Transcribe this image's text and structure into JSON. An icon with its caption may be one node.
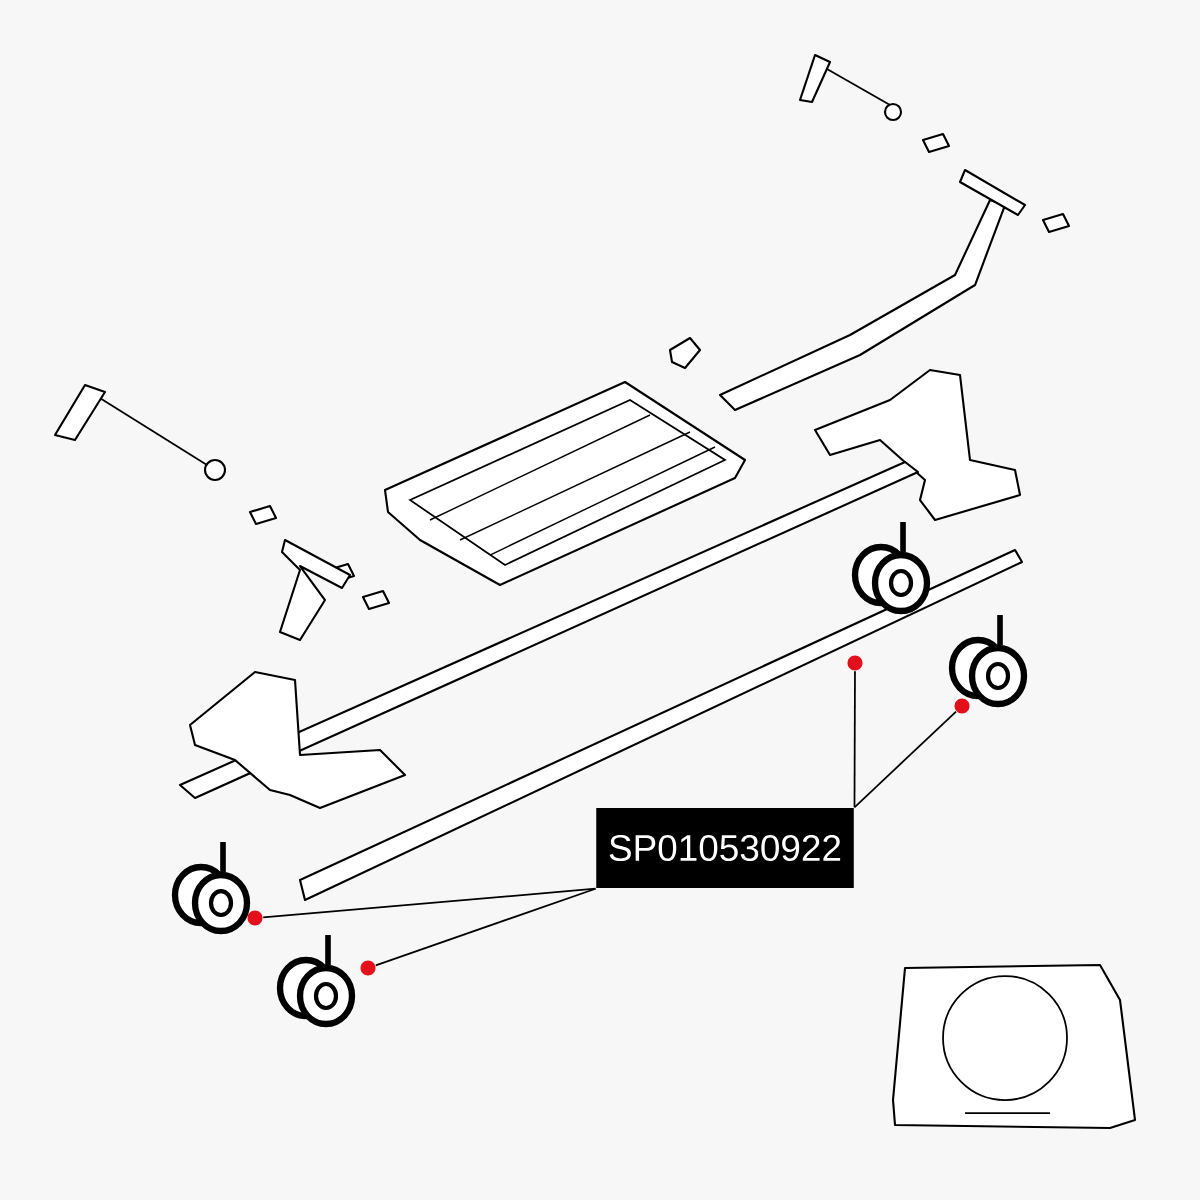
{
  "diagram": {
    "nodes": [
      {
        "text": [
          "SP010530922"
        ]
      },
      {
        "text": [],
        "shape": "circle"
      },
      {
        "text": [],
        "shape": "circle"
      },
      {
        "text": [],
        "shape": "circle"
      },
      {
        "text": [],
        "shape": "circle"
      }
    ],
    "edges": [
      {
        "from": 0,
        "to": 1,
        "arrow": "none"
      },
      {
        "from": 0,
        "to": 2,
        "arrow": "none"
      },
      {
        "from": 0,
        "to": 3,
        "arrow": "none"
      },
      {
        "from": 0,
        "to": 4,
        "arrow": "none"
      }
    ]
  }
}
